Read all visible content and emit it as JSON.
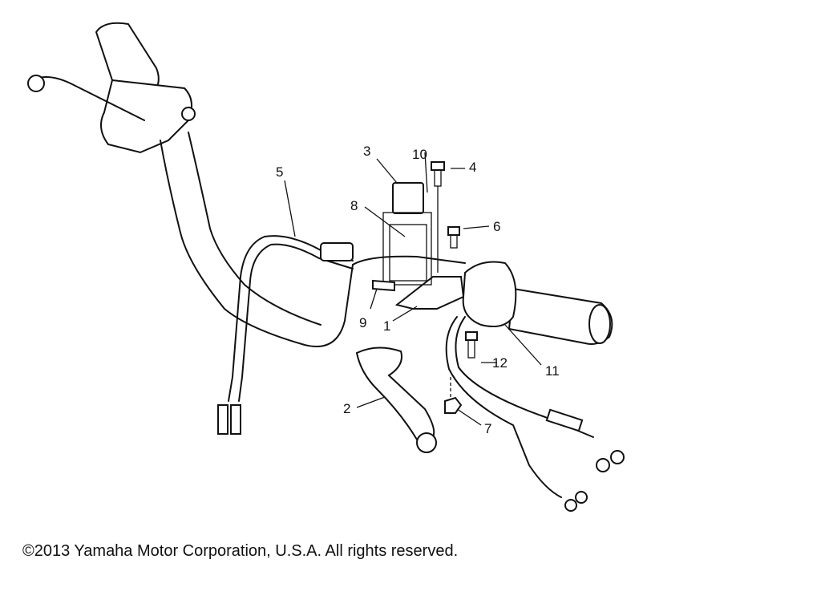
{
  "diagram": {
    "callouts": [
      "1",
      "2",
      "3",
      "4",
      "5",
      "6",
      "7",
      "8",
      "9",
      "10",
      "11",
      "12"
    ]
  },
  "footer": {
    "copyright": "©2013 Yamaha Motor Corporation, U.S.A. All rights reserved."
  }
}
